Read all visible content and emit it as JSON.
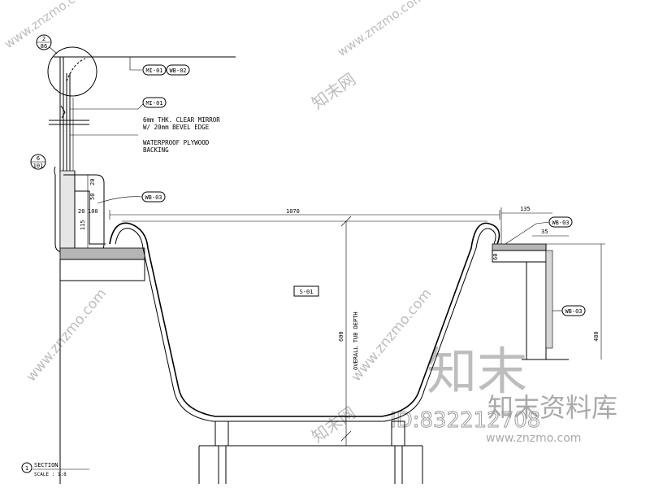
{
  "callouts": {
    "detail_top": {
      "num": "2",
      "sheet": "86"
    },
    "detail_mid": {
      "num": "6",
      "sheet": "101"
    }
  },
  "tags": {
    "mi01_top": "MI-01",
    "wb02": "WB-02",
    "mi01": "MI-01",
    "wb03_left": "WB-03",
    "wb03_right": "WB-03",
    "wb03_side": "WB-03",
    "s01": "S-01"
  },
  "notes": {
    "mirror_line1": "6mm THK. CLEAR MIRROR",
    "mirror_line2": "W/ 20mm BEVEL EDGE",
    "plywood_line1": "WATERPROOF PLYWOOD",
    "plywood_line2": "BACKING"
  },
  "dimensions": {
    "d20": "20",
    "d50": "50",
    "d20b": "20",
    "d100": "100",
    "d115": "115",
    "d1070": "1070",
    "d135": "135",
    "d35": "35",
    "d60": "60",
    "d600": "600",
    "d480": "480",
    "overall_depth": "OVERALL TUB DEPTH"
  },
  "title_block": {
    "num": "1",
    "title": "SECTION",
    "scale": "SCALE : 1:8"
  },
  "watermarks": {
    "site": "www.znzmo.com",
    "brand_cn": "知末",
    "library_cn": "知末资料库",
    "id": "ID:832212708",
    "brand_small": "知末网"
  }
}
